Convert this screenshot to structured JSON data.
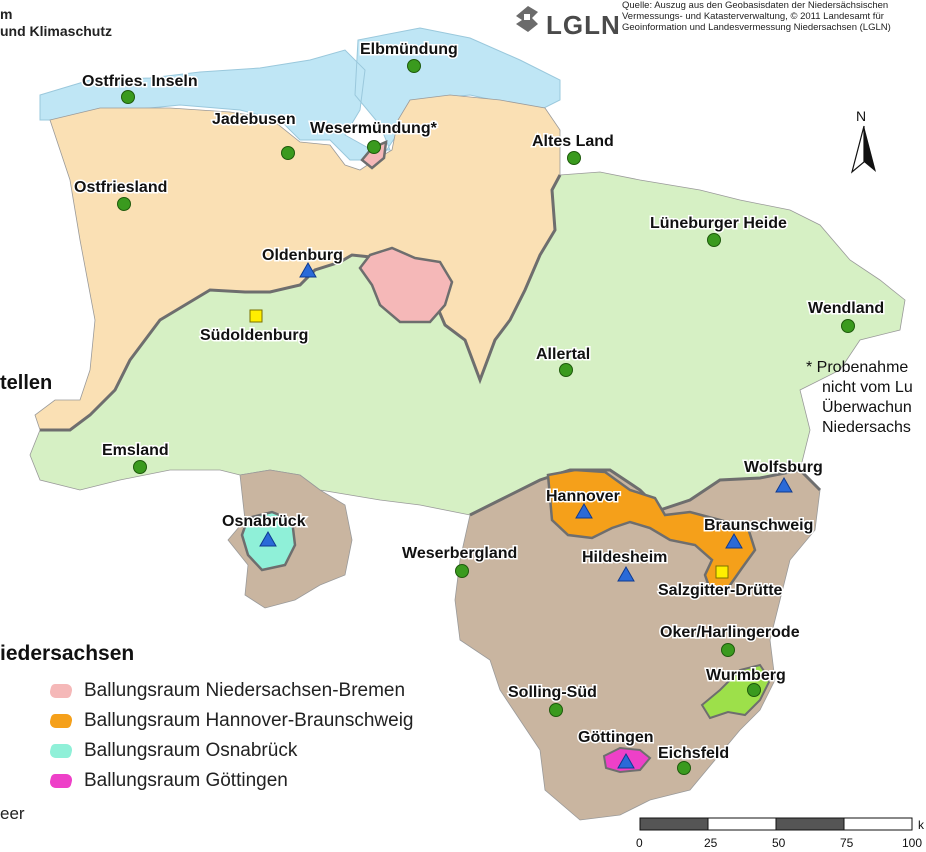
{
  "header": {
    "org_line1": "m",
    "org_line2": "und Klimaschutz",
    "logo_text": "LGLN",
    "source_line1": "Quelle: Auszug aus den Geobasisdaten der Niedersächsischen",
    "source_line2": "Vermessungs- und Katasterverwaltung, © 2011 Landesamt für",
    "source_line3": "Geoinformation und Landesvermessung Niedersachsen (LGLN)"
  },
  "section_title": "tellen",
  "north_label": "N",
  "note": {
    "line1": "*  Probenahme",
    "line2": "nicht vom Lu",
    "line3": "Überwachun",
    "line4": "Niedersachs"
  },
  "legend": {
    "title": "iedersachsen",
    "items": [
      {
        "label": "Ballungsraum Niedersachsen-Bremen",
        "color": "#f5b8b8"
      },
      {
        "label": "Ballungsraum Hannover-Braunschweig",
        "color": "#f5a01a"
      },
      {
        "label": "Ballungsraum Osnabrück",
        "color": "#8ff0d8"
      },
      {
        "label": "Ballungsraum Göttingen",
        "color": "#ee40c8"
      }
    ],
    "fragment": "eer"
  },
  "scale": {
    "ticks": [
      "0",
      "25",
      "50",
      "75",
      "100"
    ],
    "unit": "k"
  },
  "colors": {
    "water": "#bfe6f5",
    "north_zone": "#fae0b4",
    "middle_zone": "#d6f0c4",
    "south_zone": "#c9b5a0",
    "border": "#6e6e6e",
    "station_green": "#3a9a1e",
    "station_blue": "#2a6ad8",
    "station_yellow": "#ffee00"
  },
  "stations": [
    {
      "name": "Ostfries. Inseln",
      "type": "green",
      "asterisk": ""
    },
    {
      "name": "Elbmündung",
      "type": "green",
      "asterisk": ""
    },
    {
      "name": "Jadebusen",
      "type": "green",
      "asterisk": ""
    },
    {
      "name": "Wesermündung",
      "type": "green",
      "asterisk": "*"
    },
    {
      "name": "Altes Land",
      "type": "green",
      "asterisk": ""
    },
    {
      "name": "Ostfriesland",
      "type": "green",
      "asterisk": ""
    },
    {
      "name": "Lüneburger Heide",
      "type": "green",
      "asterisk": ""
    },
    {
      "name": "Oldenburg",
      "type": "blue",
      "asterisk": ""
    },
    {
      "name": "Wendland",
      "type": "green",
      "asterisk": ""
    },
    {
      "name": "Südoldenburg",
      "type": "yellow",
      "asterisk": ""
    },
    {
      "name": "Allertal",
      "type": "green",
      "asterisk": ""
    },
    {
      "name": "Emsland",
      "type": "green",
      "asterisk": ""
    },
    {
      "name": "Wolfsburg",
      "type": "blue",
      "asterisk": ""
    },
    {
      "name": "Hannover",
      "type": "blue",
      "asterisk": ""
    },
    {
      "name": "Osnabrück",
      "type": "blue",
      "asterisk": ""
    },
    {
      "name": "Braunschweig",
      "type": "blue",
      "asterisk": ""
    },
    {
      "name": "Weserbergland",
      "type": "green",
      "asterisk": ""
    },
    {
      "name": "Hildesheim",
      "type": "blue",
      "asterisk": ""
    },
    {
      "name": "Salzgitter-Drütte",
      "type": "yellow",
      "asterisk": ""
    },
    {
      "name": "Oker/Harlingerode",
      "type": "green",
      "asterisk": ""
    },
    {
      "name": "Wurmberg",
      "type": "green",
      "asterisk": ""
    },
    {
      "name": "Solling-Süd",
      "type": "green",
      "asterisk": ""
    },
    {
      "name": "Göttingen",
      "type": "blue",
      "asterisk": ""
    },
    {
      "name": "Eichsfeld",
      "type": "green",
      "asterisk": ""
    }
  ]
}
